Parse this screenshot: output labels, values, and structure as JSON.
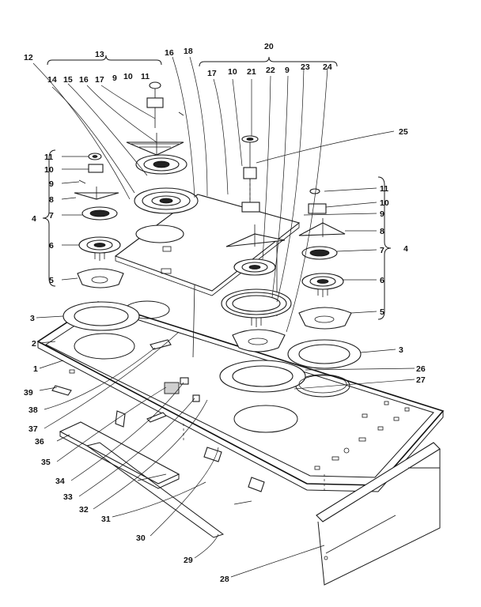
{
  "callouts": [
    {
      "id": "c12",
      "text": "12"
    },
    {
      "id": "c13",
      "text": "13"
    },
    {
      "id": "c14",
      "text": "14"
    },
    {
      "id": "c15",
      "text": "15"
    },
    {
      "id": "c16a",
      "text": "16"
    },
    {
      "id": "c17a",
      "text": "17"
    },
    {
      "id": "c9a",
      "text": "9"
    },
    {
      "id": "c10a",
      "text": "10"
    },
    {
      "id": "c11a",
      "text": "11"
    },
    {
      "id": "c16b",
      "text": "16"
    },
    {
      "id": "c18",
      "text": "18"
    },
    {
      "id": "c20",
      "text": "20"
    },
    {
      "id": "c17b",
      "text": "17"
    },
    {
      "id": "c10b",
      "text": "10"
    },
    {
      "id": "c21",
      "text": "21"
    },
    {
      "id": "c22",
      "text": "22"
    },
    {
      "id": "c9b",
      "text": "9"
    },
    {
      "id": "c23",
      "text": "23"
    },
    {
      "id": "c24",
      "text": "24"
    },
    {
      "id": "c25",
      "text": "25"
    },
    {
      "id": "c11b",
      "text": "11"
    },
    {
      "id": "c10c",
      "text": "10"
    },
    {
      "id": "c9c",
      "text": "9"
    },
    {
      "id": "c8a",
      "text": "8"
    },
    {
      "id": "c7a",
      "text": "7"
    },
    {
      "id": "c6a",
      "text": "6"
    },
    {
      "id": "c4a",
      "text": "4"
    },
    {
      "id": "c5a",
      "text": "5"
    },
    {
      "id": "c11c",
      "text": "11"
    },
    {
      "id": "c10d",
      "text": "10"
    },
    {
      "id": "c9d",
      "text": "9"
    },
    {
      "id": "c8b",
      "text": "8"
    },
    {
      "id": "c7b",
      "text": "7"
    },
    {
      "id": "c6b",
      "text": "6"
    },
    {
      "id": "c5b",
      "text": "5"
    },
    {
      "id": "c4b",
      "text": "4"
    },
    {
      "id": "c3a",
      "text": "3"
    },
    {
      "id": "c2",
      "text": "2"
    },
    {
      "id": "c1",
      "text": "1"
    },
    {
      "id": "c3b",
      "text": "3"
    },
    {
      "id": "c26",
      "text": "26"
    },
    {
      "id": "c27",
      "text": "27"
    },
    {
      "id": "c39",
      "text": "39"
    },
    {
      "id": "c38",
      "text": "38"
    },
    {
      "id": "c37",
      "text": "37"
    },
    {
      "id": "c36",
      "text": "36"
    },
    {
      "id": "c35",
      "text": "35"
    },
    {
      "id": "c34",
      "text": "34"
    },
    {
      "id": "c33",
      "text": "33"
    },
    {
      "id": "c32",
      "text": "32"
    },
    {
      "id": "c31",
      "text": "31"
    },
    {
      "id": "c30",
      "text": "30"
    },
    {
      "id": "c29",
      "text": "29"
    },
    {
      "id": "c28",
      "text": "28"
    }
  ]
}
